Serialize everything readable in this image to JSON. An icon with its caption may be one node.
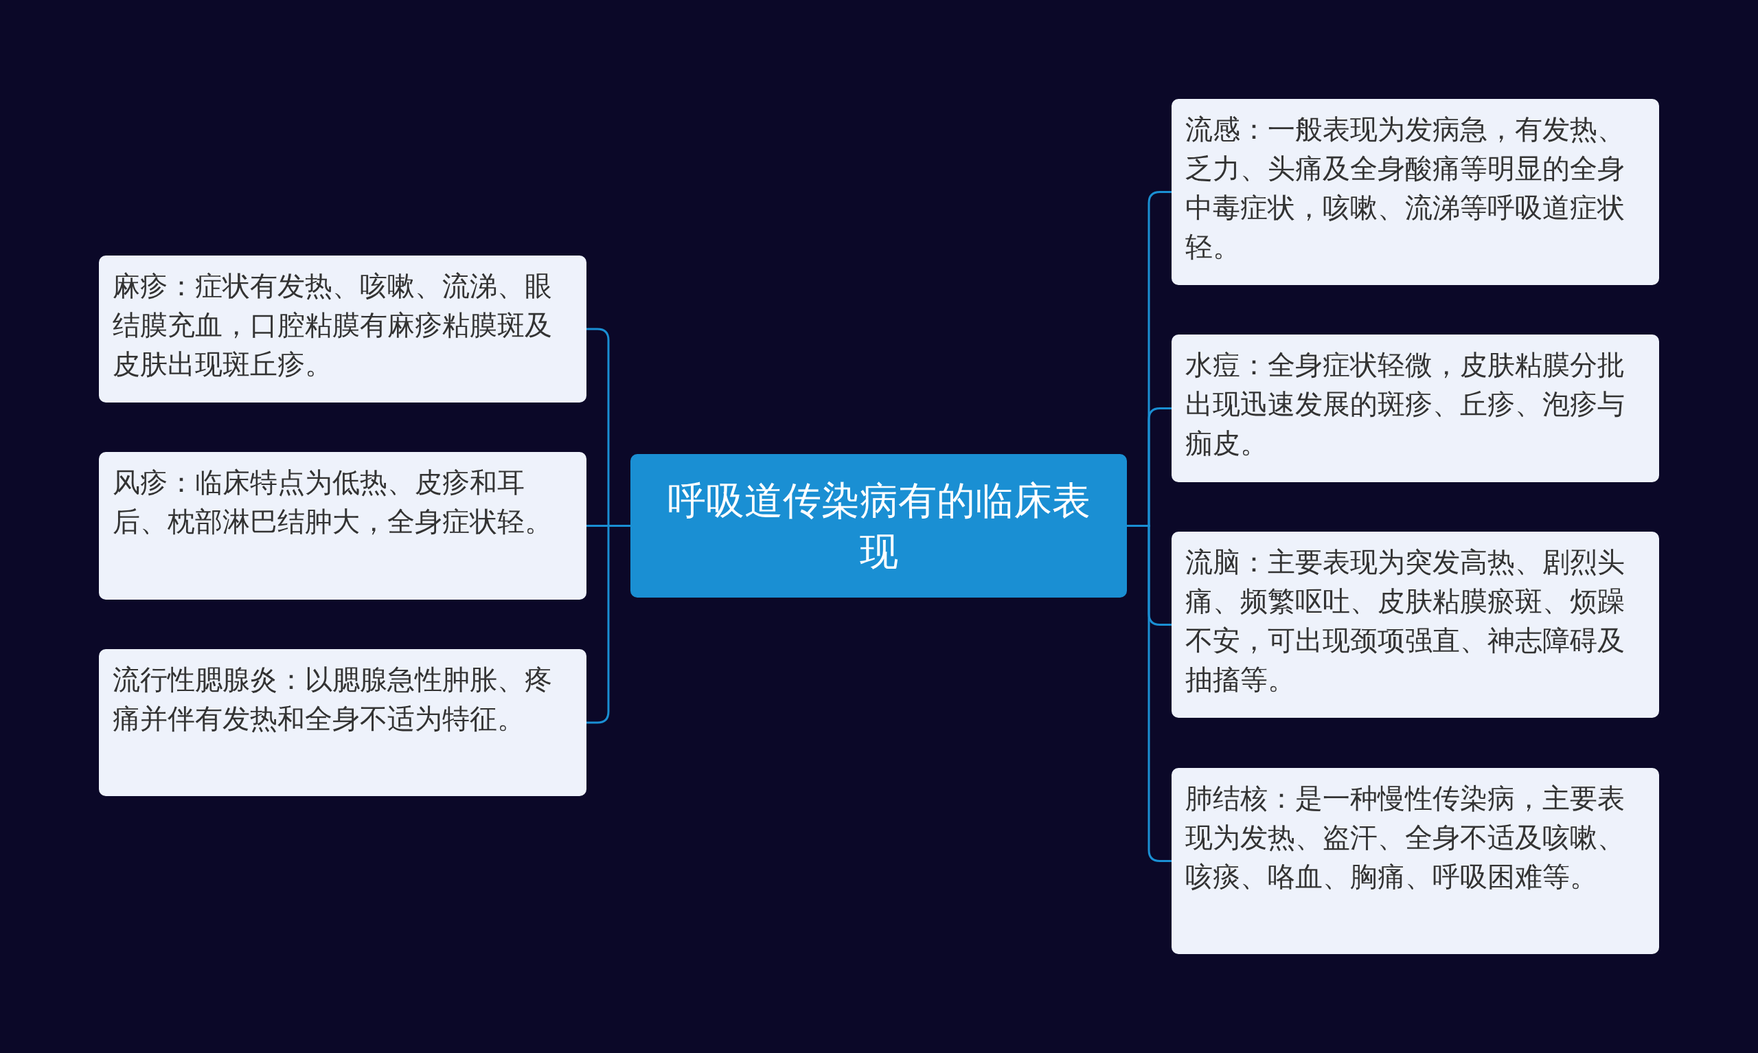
{
  "diagram": {
    "nodes": [
      {
        "text": [
          "呼吸道传染病有的临床表现"
        ]
      },
      {
        "text": [
          "麻疹：症状有发热、咳嗽、流涕、眼结膜充血，口腔粘膜有麻疹粘膜斑及皮肤出现斑丘疹。"
        ]
      },
      {
        "text": [
          "风疹：临床特点为低热、皮疹和耳后、枕部淋巴结肿大，全身症状轻。"
        ]
      },
      {
        "text": [
          "流行性腮腺炎：以腮腺急性肿胀、疼痛并伴有发热和全身不适为特征。"
        ]
      },
      {
        "text": [
          "流感：一般表现为发病急，有发热、乏力、头痛及全身酸痛等明显的全身中毒症状，咳嗽、流涕等呼吸道症状轻。"
        ]
      },
      {
        "text": [
          "水痘：全身症状轻微，皮肤粘膜分批出现迅速发展的斑疹、丘疹、泡疹与痂皮。"
        ]
      },
      {
        "text": [
          "流脑：主要表现为突发高热、剧烈头痛、频繁呕吐、皮肤粘膜瘀斑、烦躁不安，可出现颈项强直、神志障碍及抽搐等。"
        ]
      },
      {
        "text": [
          "肺结核：是一种慢性传染病，主要表现为发热、盗汗、全身不适及咳嗽、咳痰、咯血、胸痛、呼吸困难等。"
        ]
      }
    ],
    "edges": [
      {
        "from": 0,
        "to": 1,
        "arrow": "none"
      },
      {
        "from": 0,
        "to": 2,
        "arrow": "none"
      },
      {
        "from": 0,
        "to": 3,
        "arrow": "none"
      },
      {
        "from": 0,
        "to": 4,
        "arrow": "none"
      },
      {
        "from": 0,
        "to": 5,
        "arrow": "none"
      },
      {
        "from": 0,
        "to": 6,
        "arrow": "none"
      },
      {
        "from": 0,
        "to": 7,
        "arrow": "none"
      }
    ]
  }
}
